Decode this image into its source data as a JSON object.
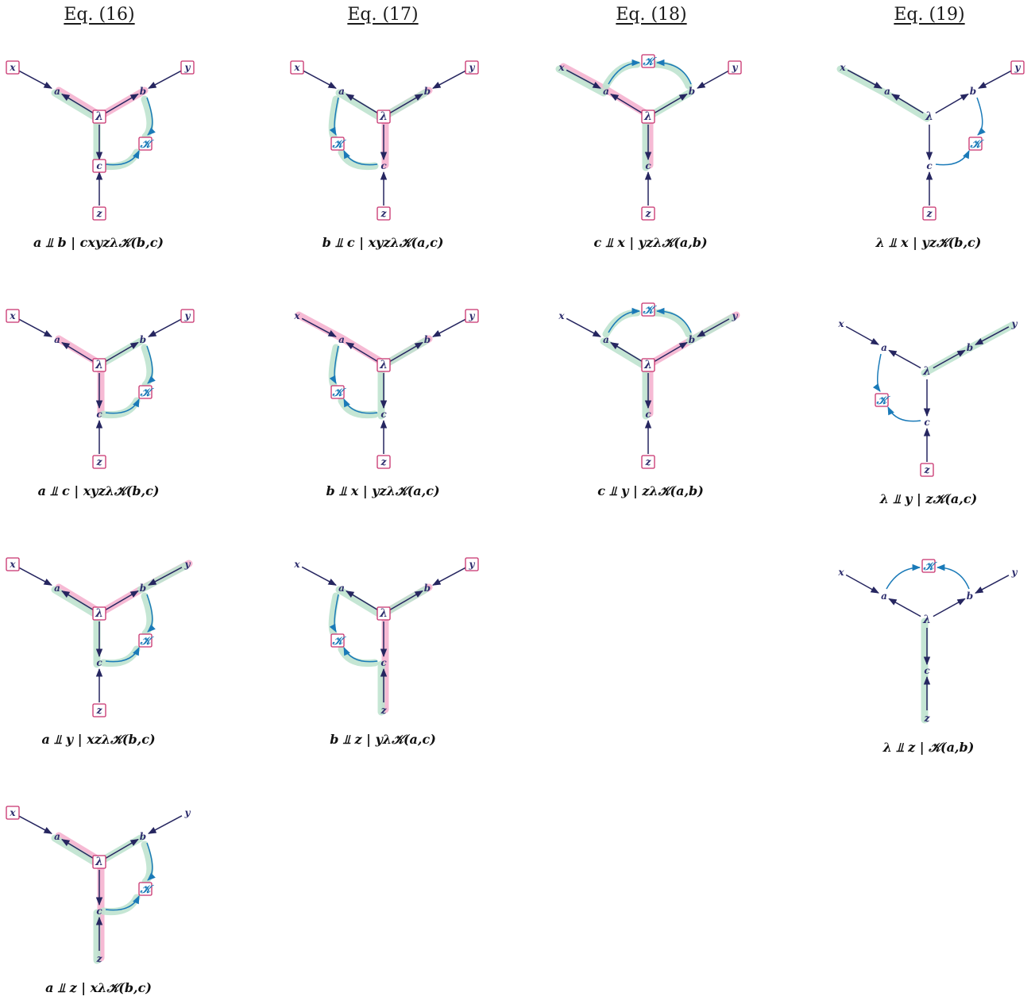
{
  "headers": [
    "Eq. (16)",
    "Eq. (17)",
    "Eq. (18)",
    "Eq. (19)"
  ],
  "node_labels": {
    "x": "x",
    "y": "y",
    "z": "z",
    "a": "a",
    "b": "b",
    "c": "c",
    "lambda": "λ",
    "K": "𝒦"
  },
  "colors": {
    "node_text": "#2e2e6e",
    "edge": "#262660",
    "k_edge": "#1a7ab8",
    "box": "#c8326e",
    "green_highlight": "#bfe3cf",
    "pink_highlight": "#f5b6d2"
  },
  "panels": [
    {
      "id": "16-1",
      "caption": "a ⫫ b | cxyzλ𝒦(b,c)"
    },
    {
      "id": "16-2",
      "caption": "a ⫫ c | xyzλ𝒦(b,c)"
    },
    {
      "id": "16-3",
      "caption": "a ⫫ y | xzλ𝒦(b,c)"
    },
    {
      "id": "16-4",
      "caption": "a ⫫ z | xλ𝒦(b,c)"
    },
    {
      "id": "17-1",
      "caption": "b ⫫ c | xyzλ𝒦(a,c)"
    },
    {
      "id": "17-2",
      "caption": "b ⫫ x | yzλ𝒦(a,c)"
    },
    {
      "id": "17-3",
      "caption": "b ⫫ z | yλ𝒦(a,c)"
    },
    {
      "id": "18-1",
      "caption": "c ⫫ x | yzλ𝒦(a,b)"
    },
    {
      "id": "18-2",
      "caption": "c ⫫ y | zλ𝒦(a,b)"
    },
    {
      "id": "19-1",
      "caption": "λ ⫫ x | yz𝒦(b,c)"
    },
    {
      "id": "19-2",
      "caption": "λ ⫫ y | z𝒦(a,c)"
    },
    {
      "id": "19-3",
      "caption": "λ ⫫ z | 𝒦(a,b)"
    }
  ]
}
